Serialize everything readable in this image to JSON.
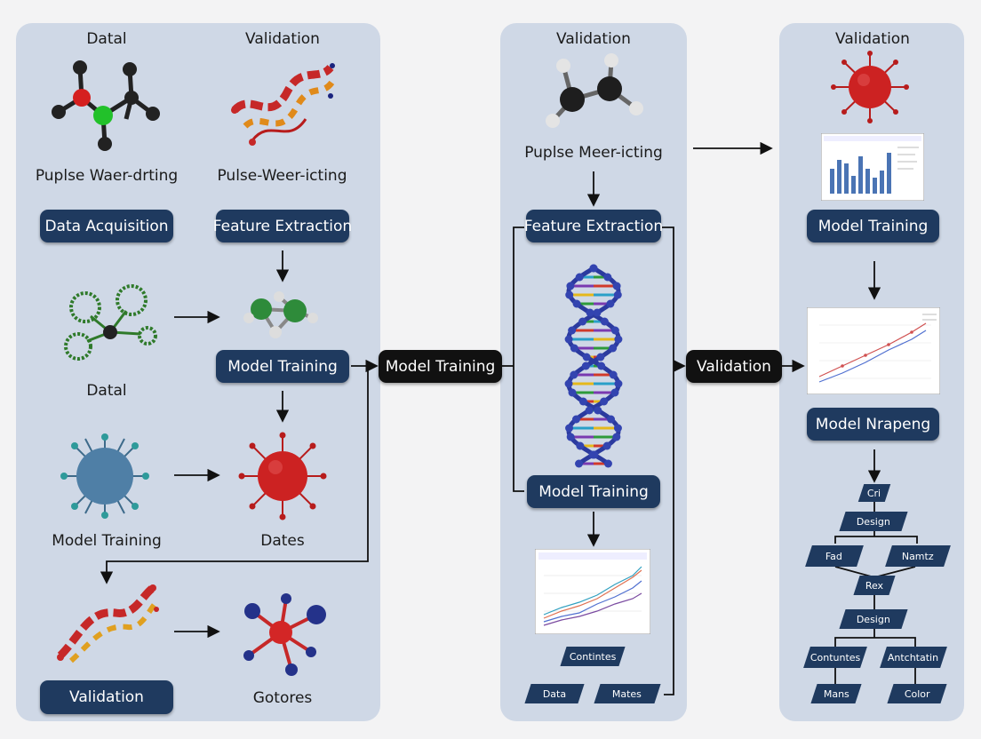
{
  "panel1": {
    "top_labels": [
      "Datal",
      "Validation"
    ],
    "caption_left": "Puplse Waer-drting",
    "caption_right": "Pulse-Weer-icting",
    "btn_data_acquisition": "Data Acquisition",
    "btn_feature_extraction": "Feature Extraction",
    "btn_model_training": "Model Training",
    "caption_datal": "Datal",
    "caption_model_training": "Model Training",
    "caption_dates": "Dates",
    "btn_validation": "Validation",
    "caption_gotores": "Gotores"
  },
  "bridge1": {
    "box": "Model Training"
  },
  "panel2": {
    "title": "Validation",
    "caption": "Puplse Meer-icting",
    "btn_feature_extraction": "Feature Extraction",
    "btn_model_training": "Model Training",
    "para_top": "Contintes",
    "para_left": "Data",
    "para_right": "Mates"
  },
  "bridge2": {
    "box": "Validation"
  },
  "panel3": {
    "title": "Validation",
    "btn_model_training": "Model Training",
    "btn_model_napeng": "Model Nrapeng",
    "flow": {
      "n1": "Cri",
      "n2": "Design",
      "n3": "Fad",
      "n4": "Namtz",
      "n5": "Rex",
      "n6": "Design",
      "n7": "Contuntes",
      "n8": "Antchtatin",
      "n9": "Mans",
      "n10": "Color"
    }
  }
}
